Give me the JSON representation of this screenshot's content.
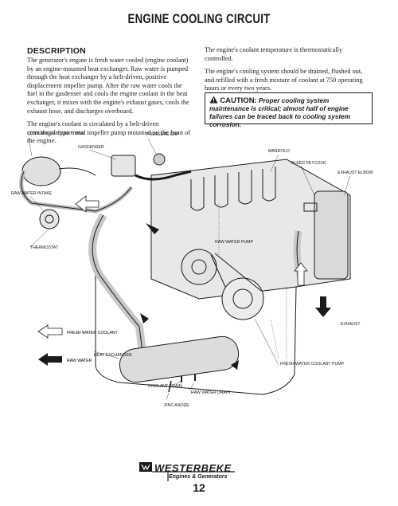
{
  "page": {
    "title": "ENGINE COOLING CIRCUIT",
    "number": "12"
  },
  "description": {
    "heading": "DESCRIPTION",
    "left_paragraphs": [
      "The generator's engine is fresh water cooled (engine coolant) by an engine-mounted heat exchanger. Raw water is pumped through the heat exchanger by a belt-driven, positive displacement impeller pump. After the raw water cools the fuel in the gasdenser and cools the engine coolant in the heat exchanger, it mixes with the engine's exhaust gases, cools the exhaust hose, and discharges overboard.",
      "The engine's coolant is circulated by a belt-driven centrifugal-type metal impeller pump mounted on the front of the engine."
    ],
    "right_paragraphs": [
      "The engine's coolant temperature is thermostatically controlled.",
      "The engine's cooling system should be drained, flushed out, and refilled with a fresh mixture of coolant at 750 operating hours or every two years."
    ]
  },
  "caution": {
    "label": "CAUTION:",
    "text": "Proper cooling system maintenance is critical; almost half of engine failures can be traced back to cooling system corrosion."
  },
  "diagram": {
    "labels": {
      "coolant_recovery_tank": "COOLANT RECOVERY TANK",
      "pressure_cap": "PRESSURE CAP",
      "gasdenser": "GASDENSER",
      "manifold": "MANIFOLD",
      "bleed_petcock": "BLEED PETCOCK",
      "exhaust_elbow": "EXHAUST ELBOW",
      "raw_water_intake": "RAW WATER INTAKE",
      "thermostat": "THERMOSTAT",
      "raw_water_pump": "RAW WATER PUMP",
      "exhaust": "EXHAUST",
      "heat_exchanger": "HEAT EXCHANGER",
      "fresh_water_coolant_pump": "FRESH WATER COOLANT PUMP",
      "coolant_drain": "COOLANT DRAIN",
      "raw_water_drain": "RAW WATER DRAIN",
      "zinc_anode": "ZINC ANODE"
    },
    "legend": {
      "fresh_water": "FRESH WATER COOLANT",
      "raw_water": "RAW WATER"
    }
  },
  "footer": {
    "brand": "WESTERBEKE",
    "tagline": "Engines & Generators"
  }
}
